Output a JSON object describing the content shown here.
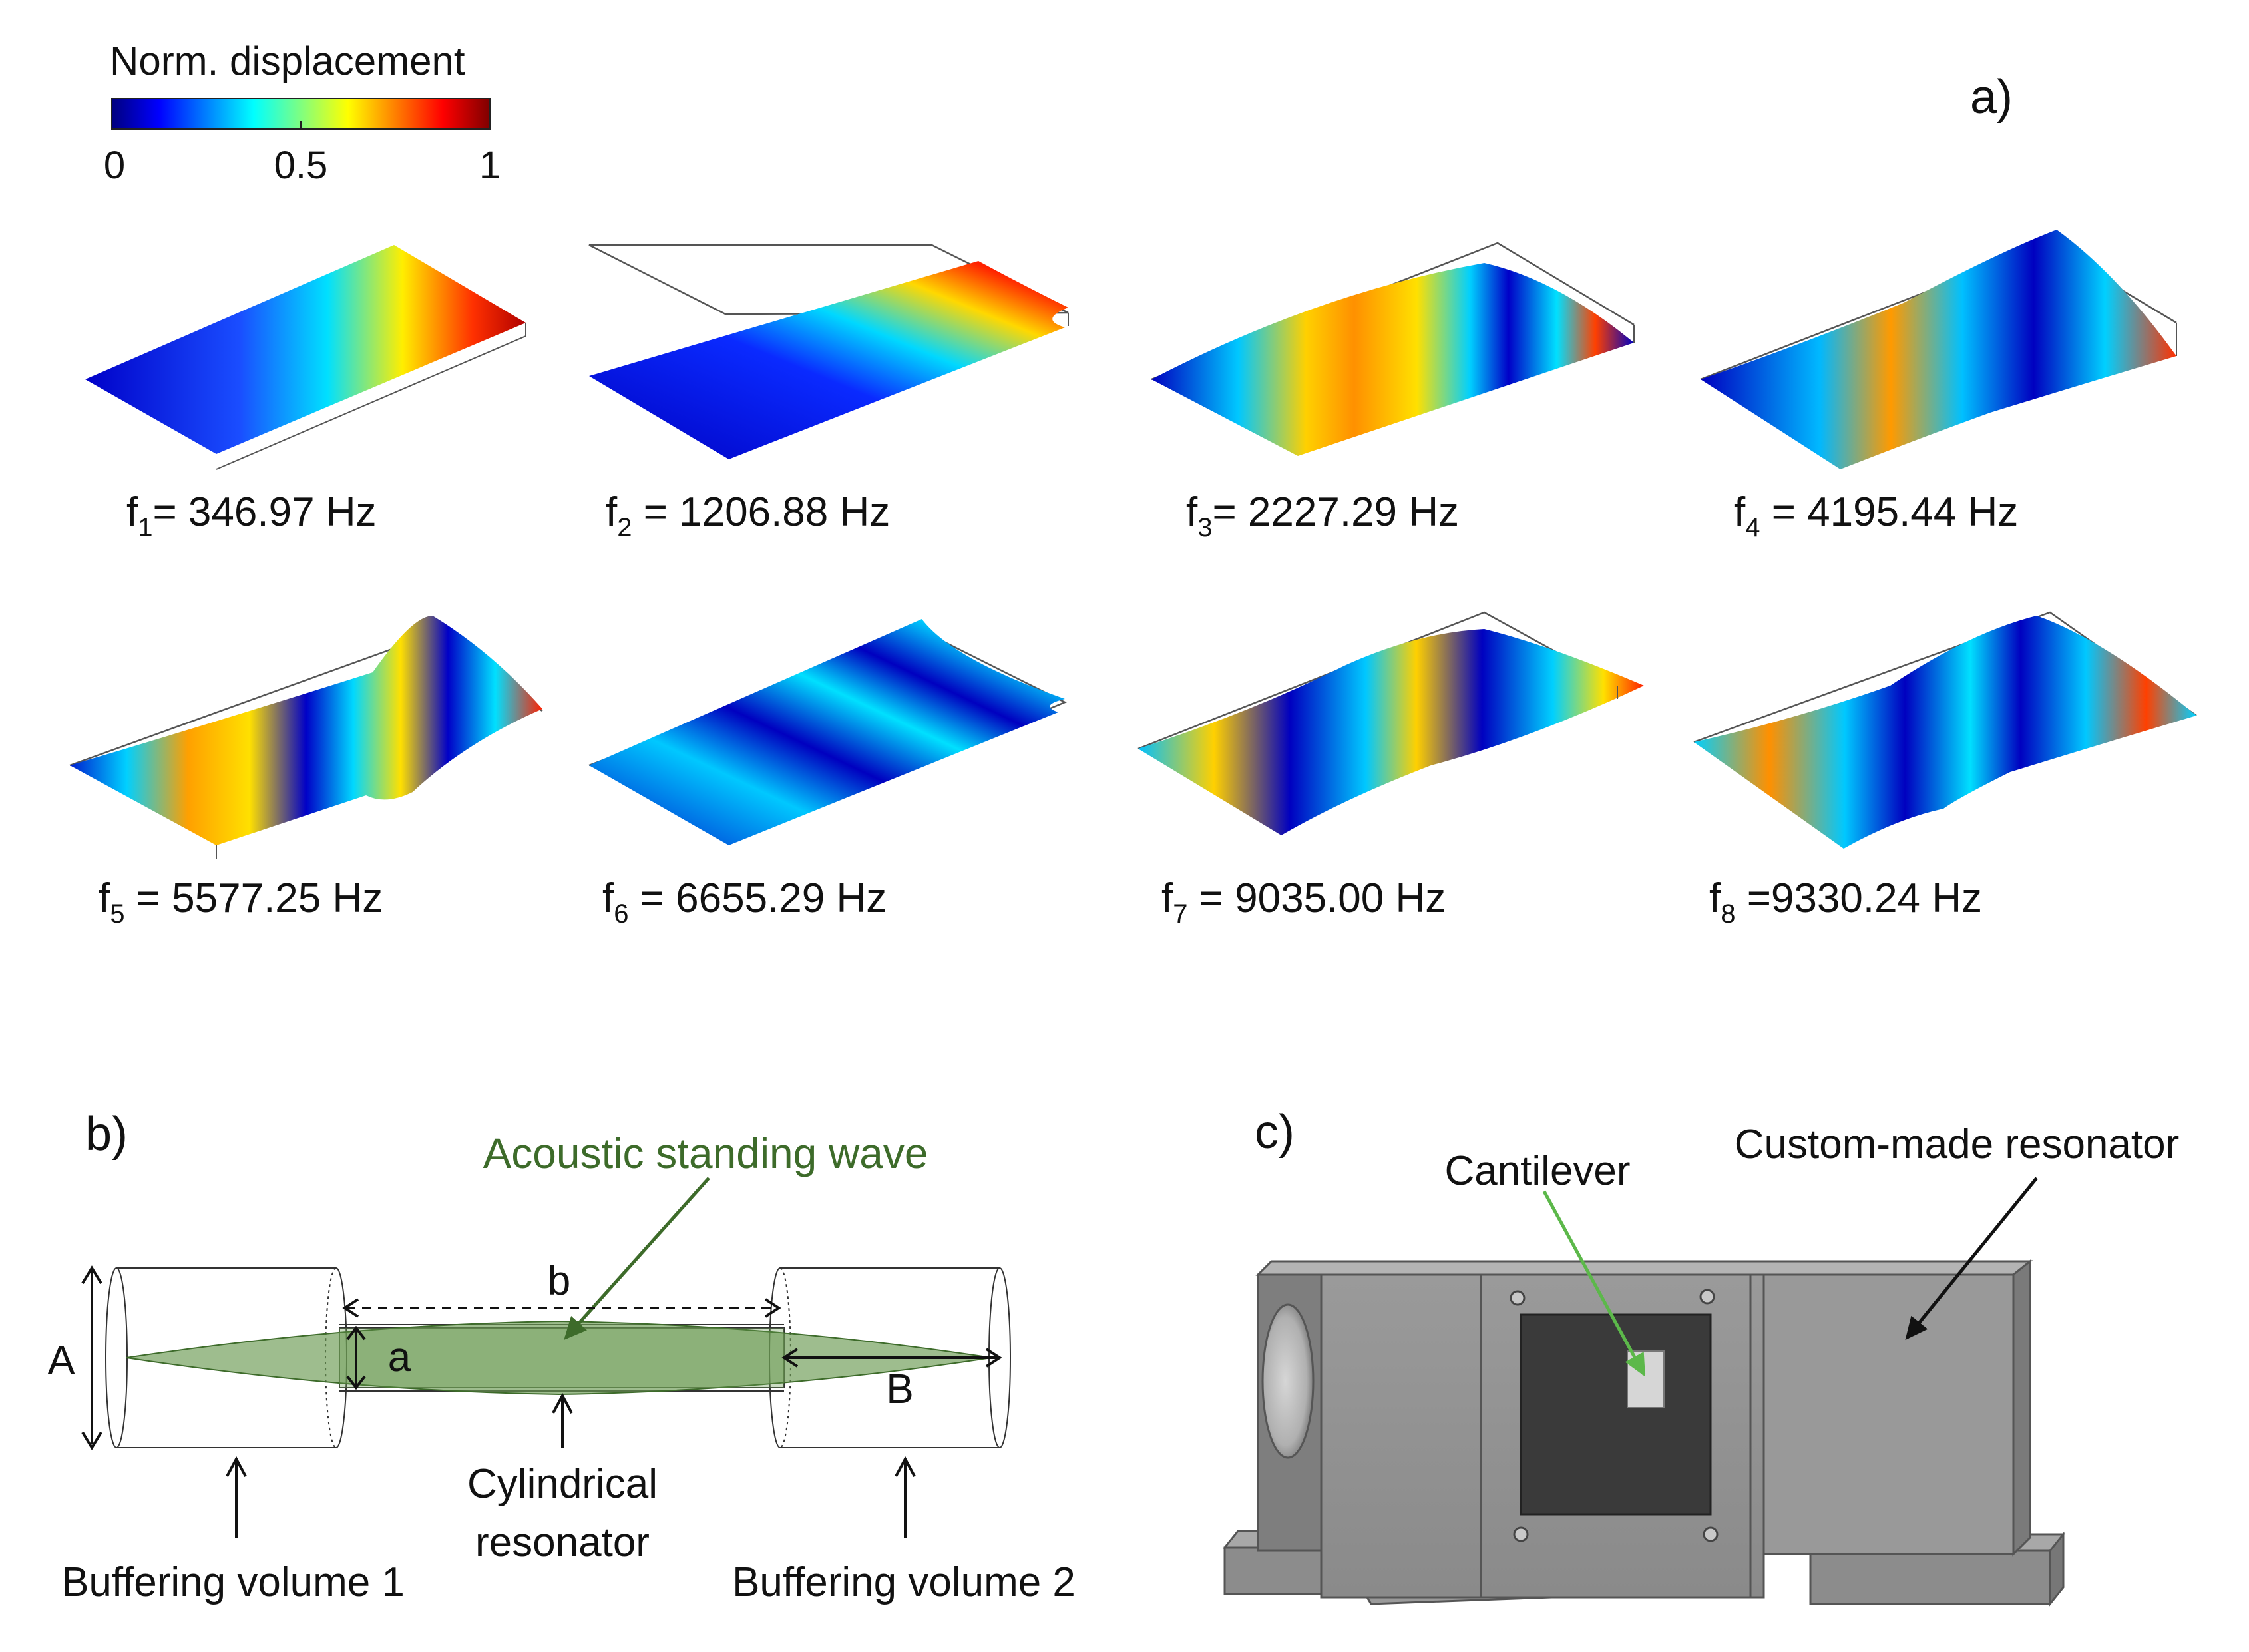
{
  "colorbar": {
    "title": "Norm. displacement",
    "ticks": [
      "0",
      "0.5",
      "1"
    ]
  },
  "panel_a": {
    "label": "a)",
    "modes": [
      {
        "f": "f",
        "sub": "1",
        "text": "= 346.97 Hz"
      },
      {
        "f": "f",
        "sub": "2",
        "text": " = 1206.88 Hz"
      },
      {
        "f": "f",
        "sub": "3",
        "text": "= 2227.29 Hz"
      },
      {
        "f": "f",
        "sub": "4",
        "text": " = 4195.44 Hz"
      },
      {
        "f": "f",
        "sub": "5",
        "text": " = 5577.25 Hz"
      },
      {
        "f": "f",
        "sub": "6",
        "text": " = 6655.29 Hz"
      },
      {
        "f": "f",
        "sub": "7",
        "text": " = 9035.00 Hz"
      },
      {
        "f": "f",
        "sub": "8",
        "text": " =9330.24 Hz"
      }
    ]
  },
  "panel_b": {
    "label": "b)",
    "wave_label": "Acoustic standing wave",
    "dim_A": "A",
    "dim_a": "a",
    "dim_b": "b",
    "dim_B": "B",
    "resonator_line1": "Cylindrical",
    "resonator_line2": "resonator",
    "buffer1": "Buffering volume 1",
    "buffer2": "Buffering volume 2",
    "wave_color": "#3d6b2a"
  },
  "panel_c": {
    "label": "c)",
    "cantilever_label": "Cantilever",
    "resonator_label": "Custom-made resonator",
    "arrow_color": "#5cb84a"
  }
}
